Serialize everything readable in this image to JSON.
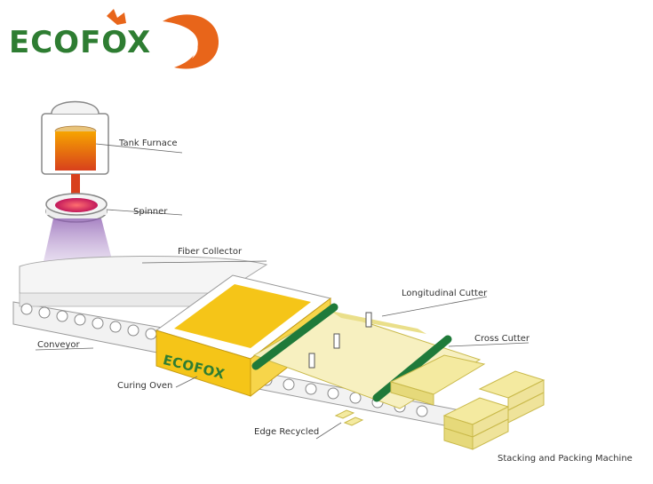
{
  "logo": {
    "text": "ECOFOX"
  },
  "oven_logo": {
    "text": "ECOFOX"
  },
  "labels": {
    "tank_furnace": "Tank Furnace",
    "spinner": "Spinner",
    "fiber_collector": "Fiber Collector",
    "longitudinal_cutter": "Longitudinal Cutter",
    "cross_cutter": "Cross Cutter",
    "conveyor": "Conveyor",
    "curing_oven": "Curing Oven",
    "edge_recycled": "Edge Recycled",
    "stacking": "Stacking and Packing Machine"
  },
  "colors": {
    "brand_green": "#2e7d32",
    "brand_orange": "#e8651a",
    "oven_yellow": "#f5c518",
    "cutter_green": "#1f7a3a",
    "product_yellow": "#f4eaa0"
  }
}
